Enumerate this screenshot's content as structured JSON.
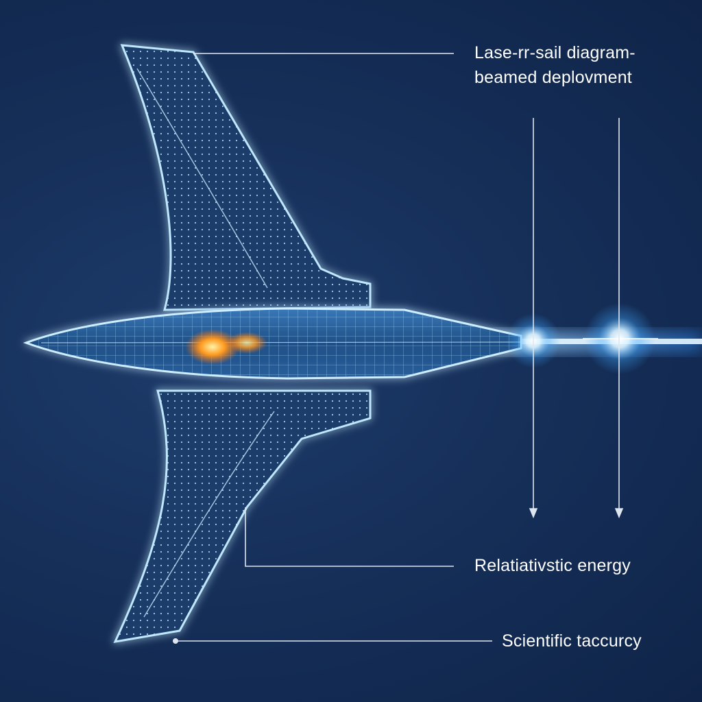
{
  "labels": {
    "title_line1": "Lase-rr-sail diagram-",
    "title_line2": "beamed deplovment",
    "middle": "Relatiativstic energy",
    "bottom": "Scientific taccurcy"
  },
  "colors": {
    "background": "#16305a",
    "wireframe": "#8fd2ff",
    "glow": "#3fa8ff",
    "beam": "#9fe0ff",
    "core_fire": "#ff9a1f",
    "leader_line": "#cfd8e6"
  }
}
